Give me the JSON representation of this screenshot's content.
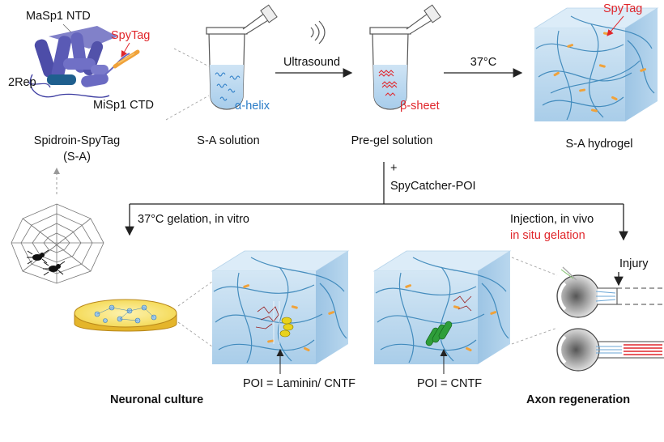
{
  "protein": {
    "ntd_label": "MaSp1 NTD",
    "rep_label": "2Rep",
    "ctd_label": "MiSp1 CTD",
    "tag_label": "SpyTag",
    "caption_line1": "Spidroin-SpyTag",
    "caption_line2": "(S-A)"
  },
  "tube1": {
    "inner_label": "α-helix",
    "caption": "S-A solution"
  },
  "step1": {
    "label": "Ultrasound"
  },
  "tube2": {
    "inner_label": "β-sheet",
    "caption": "Pre-gel solution"
  },
  "step2": {
    "label": "37°C"
  },
  "hydrogel": {
    "tag_label": "SpyTag",
    "caption": "S-A hydrogel"
  },
  "branch": {
    "plus": "+",
    "reagent": "SpyCatcher-POI",
    "left_label": "37°C gelation, in vitro",
    "right_label_line1": "Injection, in vivo",
    "right_label_line2": "in situ gelation"
  },
  "culture": {
    "poi_label": "POI = Laminin/ CNTF",
    "caption": "Neuronal culture"
  },
  "regen": {
    "poi_label": "POI = CNTF",
    "injury_label": "Injury",
    "caption": "Axon regeneration"
  },
  "colors": {
    "accent_red": "#e0262b",
    "helix_blue": "#2a7cc7",
    "protein": "#5b5bb5",
    "gel": "#bcd9ef"
  }
}
